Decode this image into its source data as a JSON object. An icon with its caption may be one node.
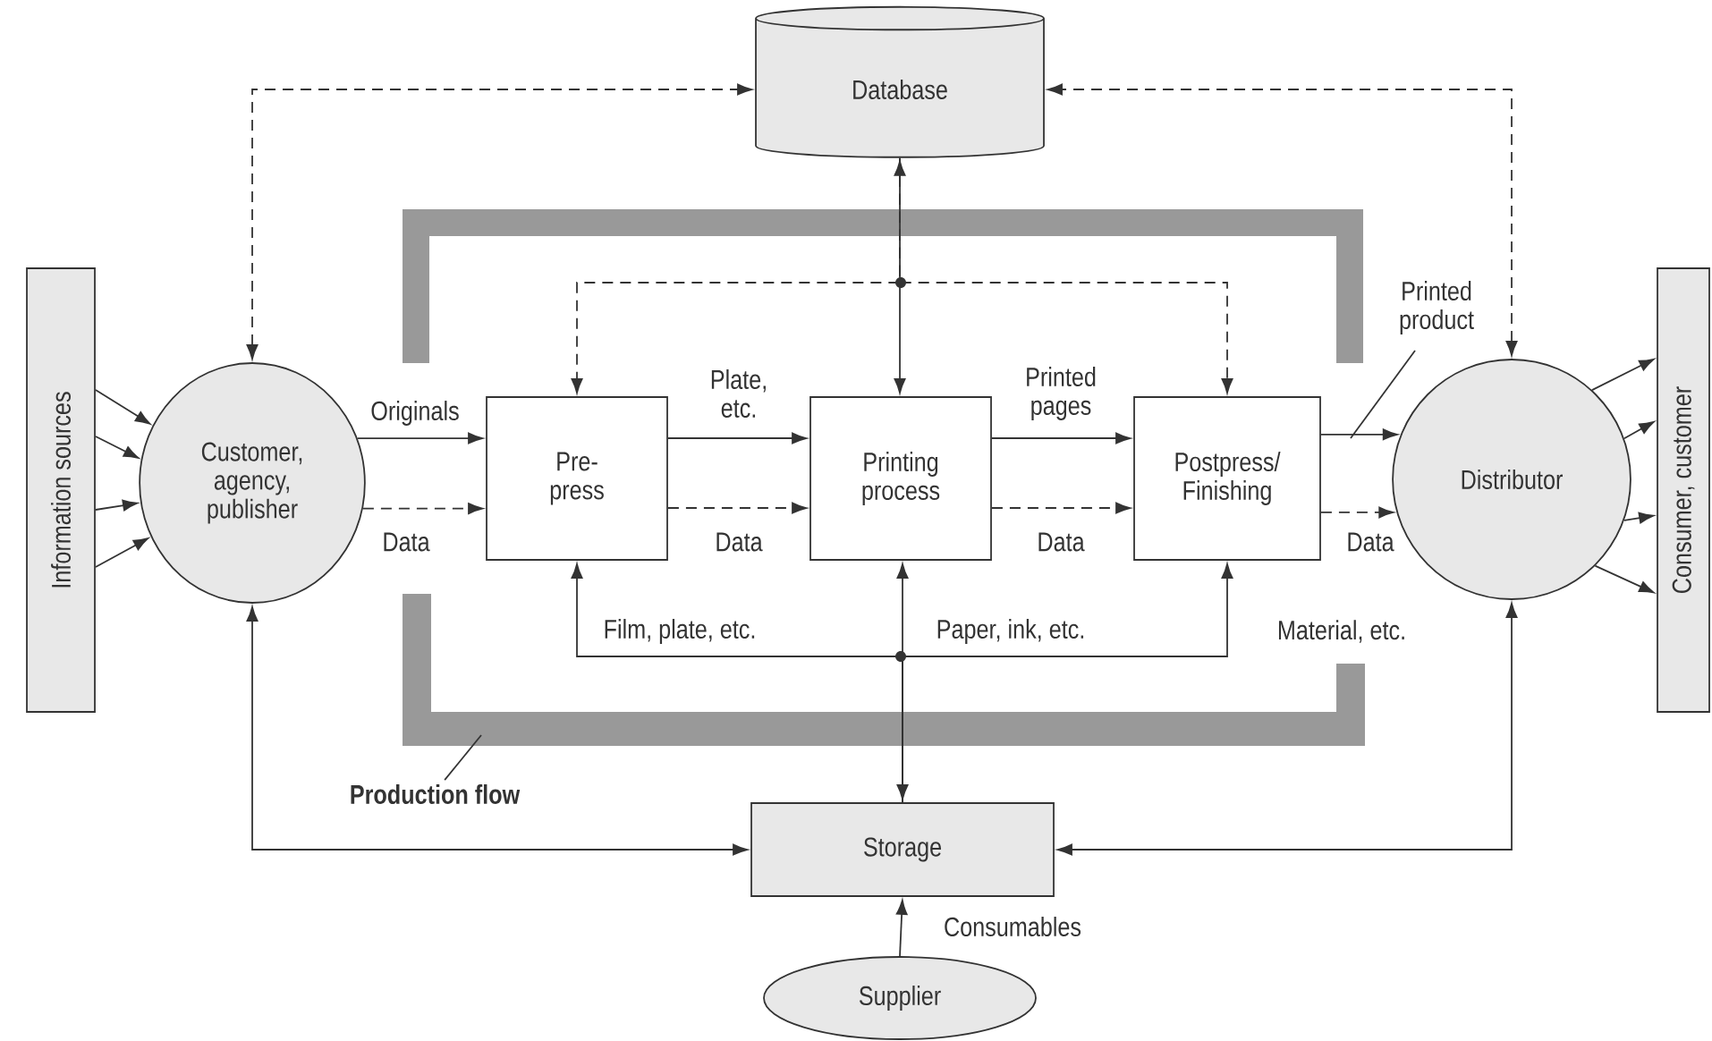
{
  "diagram": {
    "nodes": [
      {
        "text": [
          "Information sources"
        ]
      },
      {
        "text": [
          "Customer, agency, publisher"
        ]
      },
      {
        "text": [
          "Database"
        ]
      },
      {
        "text": [
          "Pre-press"
        ]
      },
      {
        "text": [
          "Printing process"
        ]
      },
      {
        "text": [
          "Postpress/ Finishing"
        ]
      },
      {
        "text": [
          "Distributor"
        ]
      },
      {
        "text": [
          "Consumer, customer"
        ]
      },
      {
        "text": [
          "Storage"
        ]
      },
      {
        "text": [
          "Supplier"
        ]
      },
      {
        "text": [
          "Production flow"
        ]
      }
    ],
    "edges": [
      {
        "from": 0,
        "to": 1,
        "arrow": "to"
      },
      {
        "from": 0,
        "to": 1,
        "arrow": "to"
      },
      {
        "from": 0,
        "to": 1,
        "arrow": "to"
      },
      {
        "from": 0,
        "to": 1,
        "arrow": "to"
      },
      {
        "from": 1,
        "to": 3,
        "arrow": "to",
        "label": "Originals"
      },
      {
        "from": 1,
        "to": 3,
        "arrow": "to",
        "label": "Data",
        "style": "dashed"
      },
      {
        "from": 3,
        "to": 4,
        "arrow": "to",
        "label": "Plate, etc."
      },
      {
        "from": 3,
        "to": 4,
        "arrow": "to",
        "label": "Data",
        "style": "dashed"
      },
      {
        "from": 4,
        "to": 5,
        "arrow": "to",
        "label": "Printed pages"
      },
      {
        "from": 4,
        "to": 5,
        "arrow": "to",
        "label": "Data",
        "style": "dashed"
      },
      {
        "from": 5,
        "to": 6,
        "arrow": "to",
        "label": "Printed product"
      },
      {
        "from": 5,
        "to": 6,
        "arrow": "to",
        "label": "Data",
        "style": "dashed"
      },
      {
        "from": 6,
        "to": 7,
        "arrow": "to"
      },
      {
        "from": 6,
        "to": 7,
        "arrow": "to"
      },
      {
        "from": 6,
        "to": 7,
        "arrow": "to"
      },
      {
        "from": 6,
        "to": 7,
        "arrow": "to"
      },
      {
        "from": 1,
        "to": 2,
        "arrow": "both",
        "style": "dashed"
      },
      {
        "from": 6,
        "to": 2,
        "arrow": "both",
        "style": "dashed"
      },
      {
        "from": 2,
        "to": 4,
        "arrow": "both"
      },
      {
        "from": 2,
        "to": 3,
        "arrow": "to",
        "style": "dashed"
      },
      {
        "from": 2,
        "to": 5,
        "arrow": "to",
        "style": "dashed"
      },
      {
        "from": 8,
        "to": 4,
        "arrow": "both",
        "label": "Paper, ink, etc."
      },
      {
        "from": 8,
        "to": 3,
        "arrow": "to",
        "label": "Film, plate, etc."
      },
      {
        "from": 8,
        "to": 5,
        "arrow": "to",
        "label": "Material, etc."
      },
      {
        "from": 1,
        "to": 8,
        "arrow": "both"
      },
      {
        "from": 6,
        "to": 8,
        "arrow": "both"
      },
      {
        "from": 9,
        "to": 8,
        "arrow": "to",
        "label": "Consumables"
      },
      {
        "from": 10,
        "to": null,
        "arrow": "none"
      }
    ]
  }
}
